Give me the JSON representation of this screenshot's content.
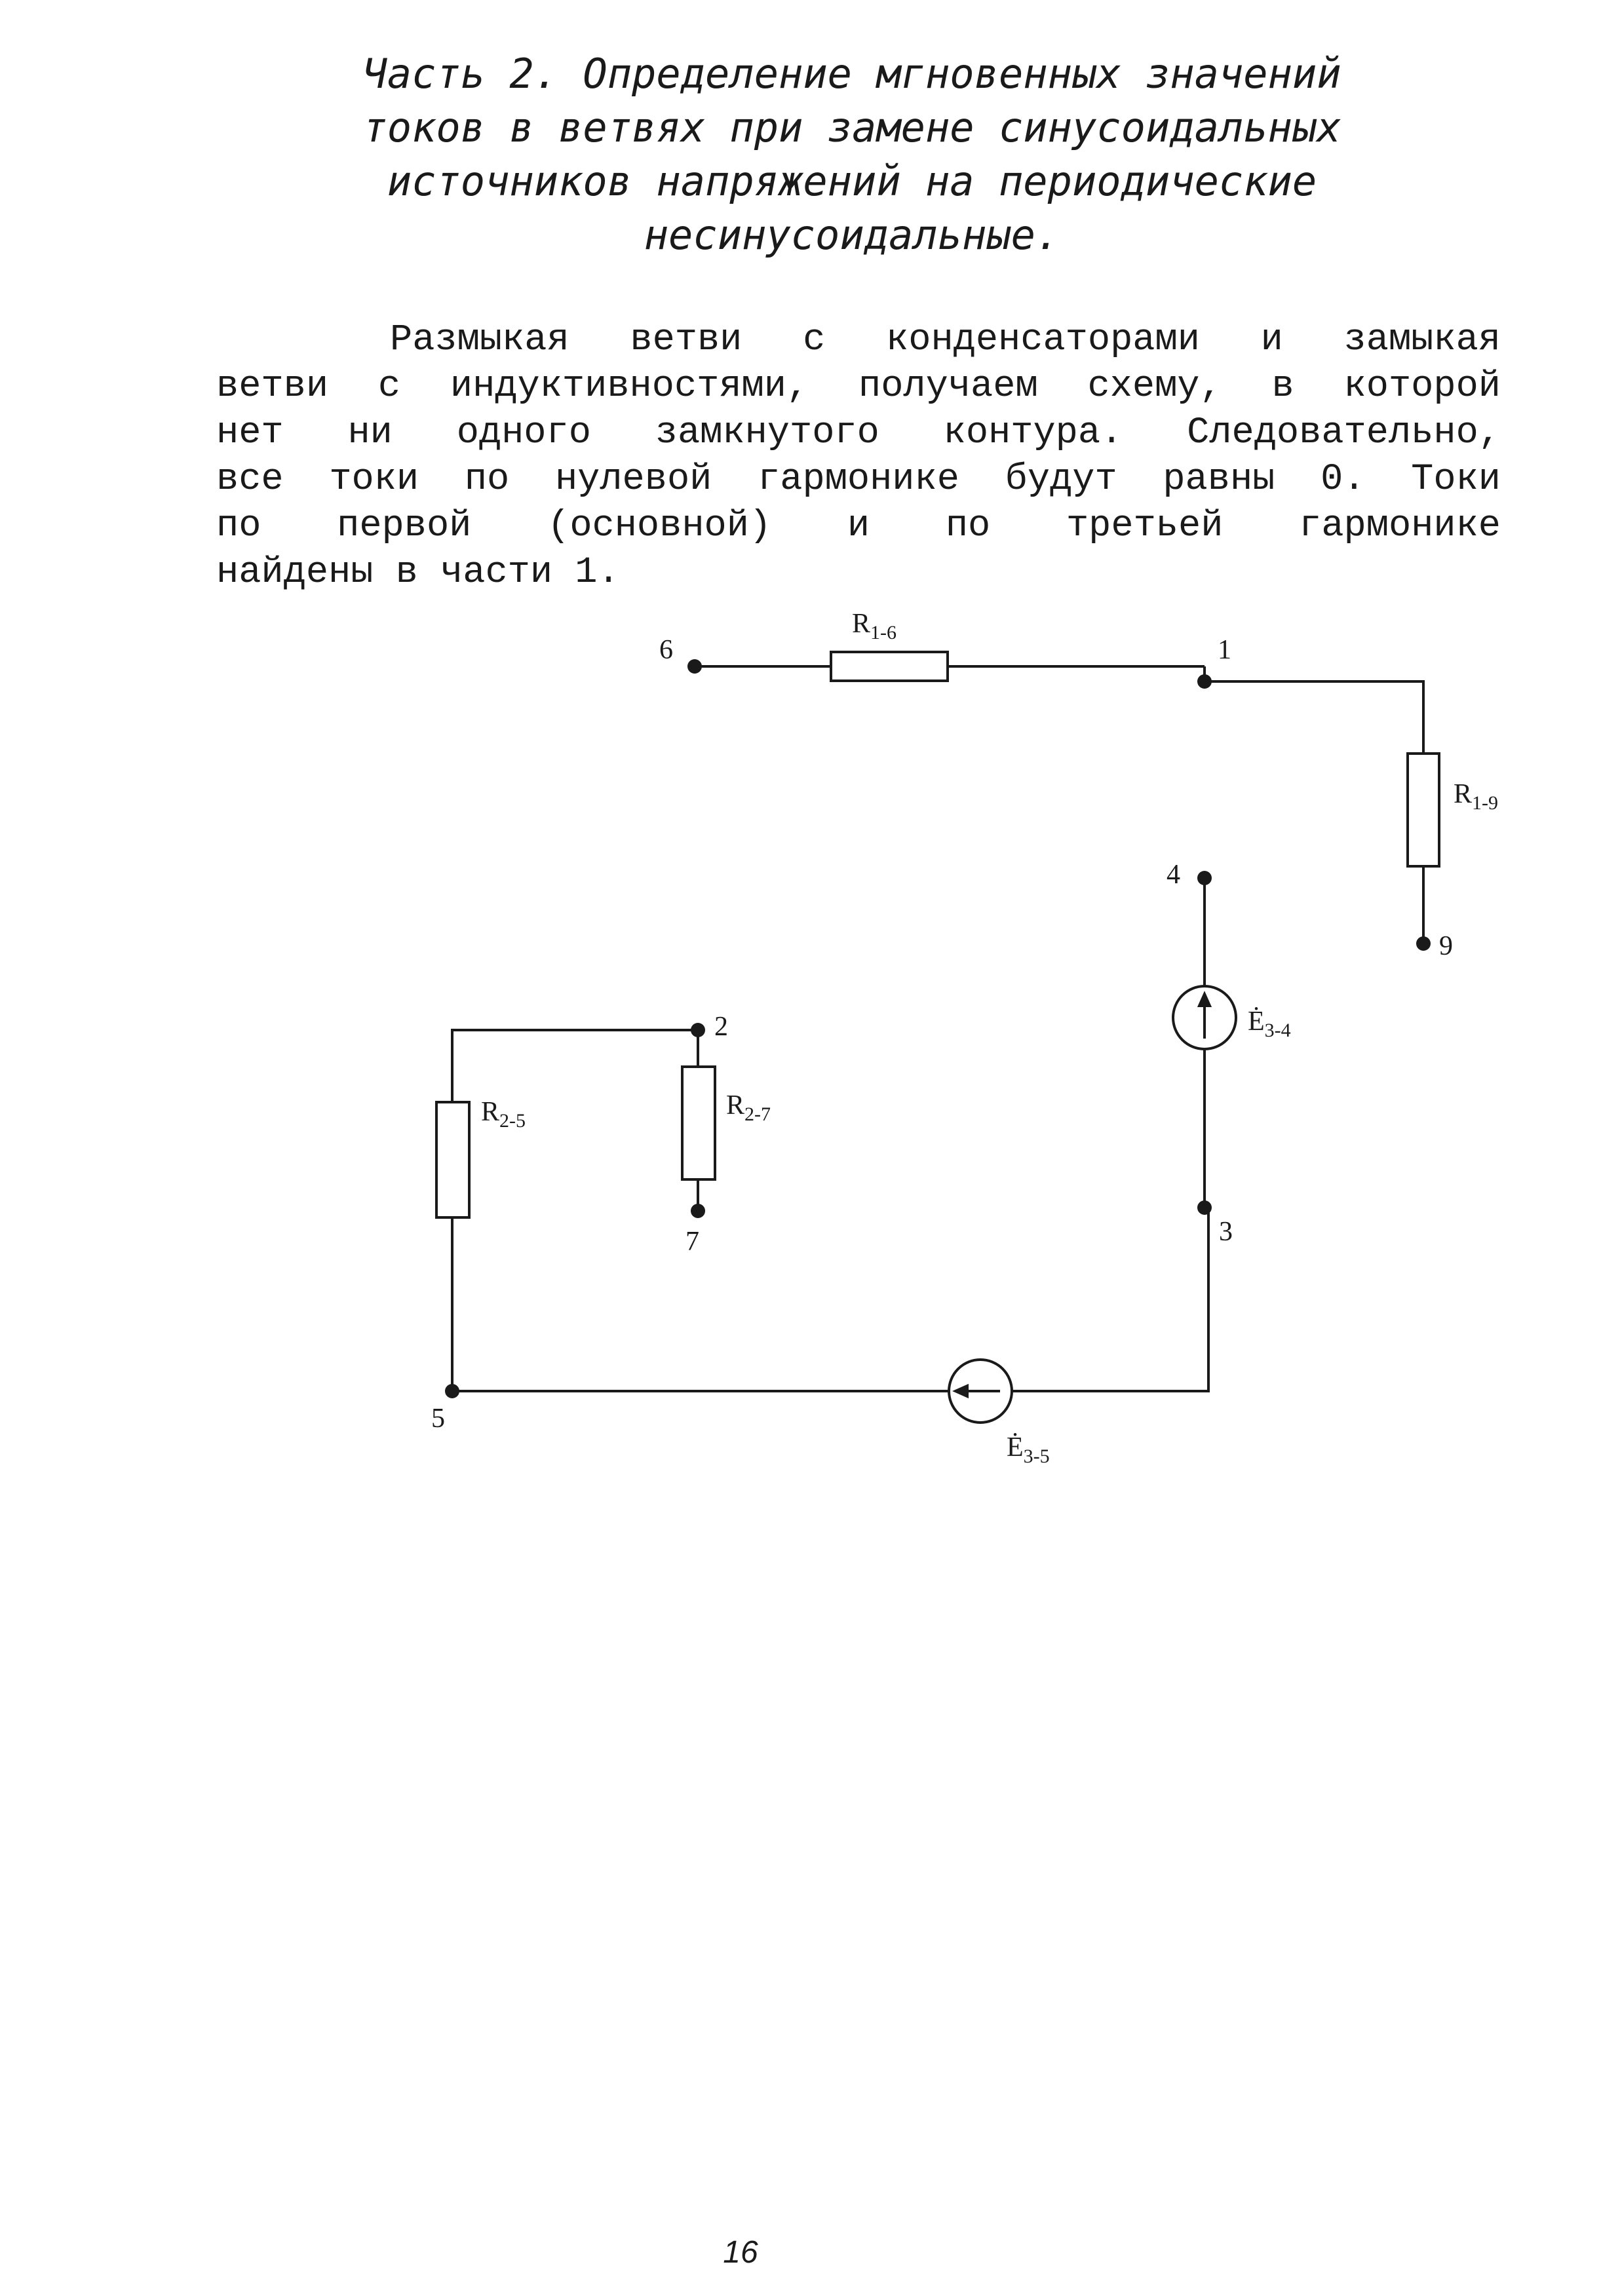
{
  "heading": {
    "lines": [
      "Часть 2. Определение мгновенных значений",
      "токов в ветвях при замене синусоидальных",
      "источников напряжений на периодические",
      "несинусоидальные."
    ]
  },
  "paragraph": {
    "lines": [
      "Размыкая ветви с конденсаторами и замыкая",
      "ветви с индуктивностями, получаем схему, в которой",
      "нет ни одного замкнутого контура. Следовательно,",
      "все токи по нулевой гармонике будут равны 0. Токи",
      "по первой (основной) и по третьей гармонике",
      "найдены в части 1."
    ]
  },
  "circuit": {
    "nodes": {
      "n1": "1",
      "n2": "2",
      "n3": "3",
      "n4": "4",
      "n5": "5",
      "n6": "6",
      "n7": "7",
      "n9": "9"
    },
    "resistors": {
      "r16": {
        "main": "R",
        "sub": "1-6"
      },
      "r19": {
        "main": "R",
        "sub": "1-9"
      },
      "r25": {
        "main": "R",
        "sub": "2-5"
      },
      "r27": {
        "main": "R",
        "sub": "2-7"
      }
    },
    "sources": {
      "e34": {
        "main": "Ė",
        "sub": "3-4"
      },
      "e35": {
        "main": "Ė",
        "sub": "3-5"
      }
    }
  },
  "page_number": "16"
}
